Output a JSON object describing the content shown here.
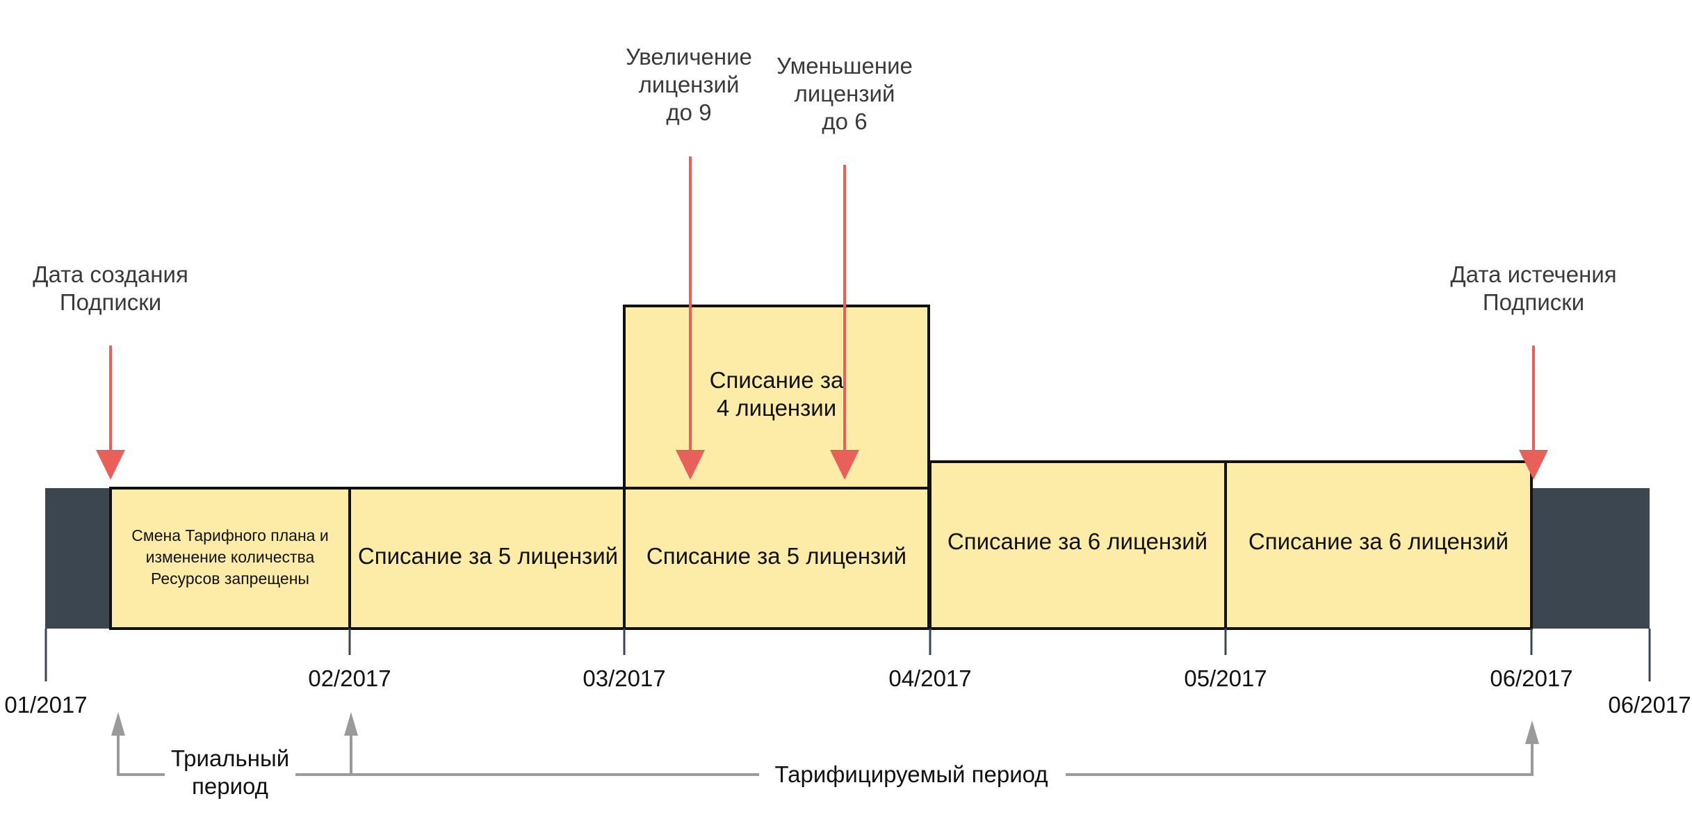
{
  "colors": {
    "dark_band": "#3b4650",
    "block_fill": "#fdeba8",
    "block_stroke": "#111111",
    "marker": "#e8605a",
    "bracket": "#9a9a9a",
    "annotation_text": "#3a3a3a",
    "label_text": "#111111"
  },
  "dates": {
    "start": "01/2017",
    "feb": "02/2017",
    "mar": "03/2017",
    "apr": "04/2017",
    "may": "05/2017",
    "jun": "06/2017",
    "end": "06/2017"
  },
  "blocks": {
    "trial": {
      "line1": "Смена Тарифного плана и",
      "line2": "изменение количества",
      "line3": "Ресурсов запрещены"
    },
    "feb": {
      "label": "Списание за 5 лицензий"
    },
    "mar": {
      "label": "Списание за 5 лицензий"
    },
    "mar_extra": {
      "line1": "Списание за",
      "line2": "4 лицензии"
    },
    "apr": {
      "label": "Списание за 6 лицензий"
    },
    "may": {
      "label": "Списание за 6 лицензий"
    }
  },
  "annotations": {
    "created": {
      "line1": "Дата создания",
      "line2": "Подписки"
    },
    "increase": {
      "line1": "Увеличение",
      "line2": "лицензий",
      "line3": "до 9"
    },
    "decrease": {
      "line1": "Уменьшение",
      "line2": "лицензий",
      "line3": "до 6"
    },
    "expires": {
      "line1": "Дата истечения",
      "line2": "Подписки"
    }
  },
  "periods": {
    "trial": {
      "line1": "Триальный",
      "line2": "период"
    },
    "billed": {
      "label": "Тарифицируемый период"
    }
  }
}
